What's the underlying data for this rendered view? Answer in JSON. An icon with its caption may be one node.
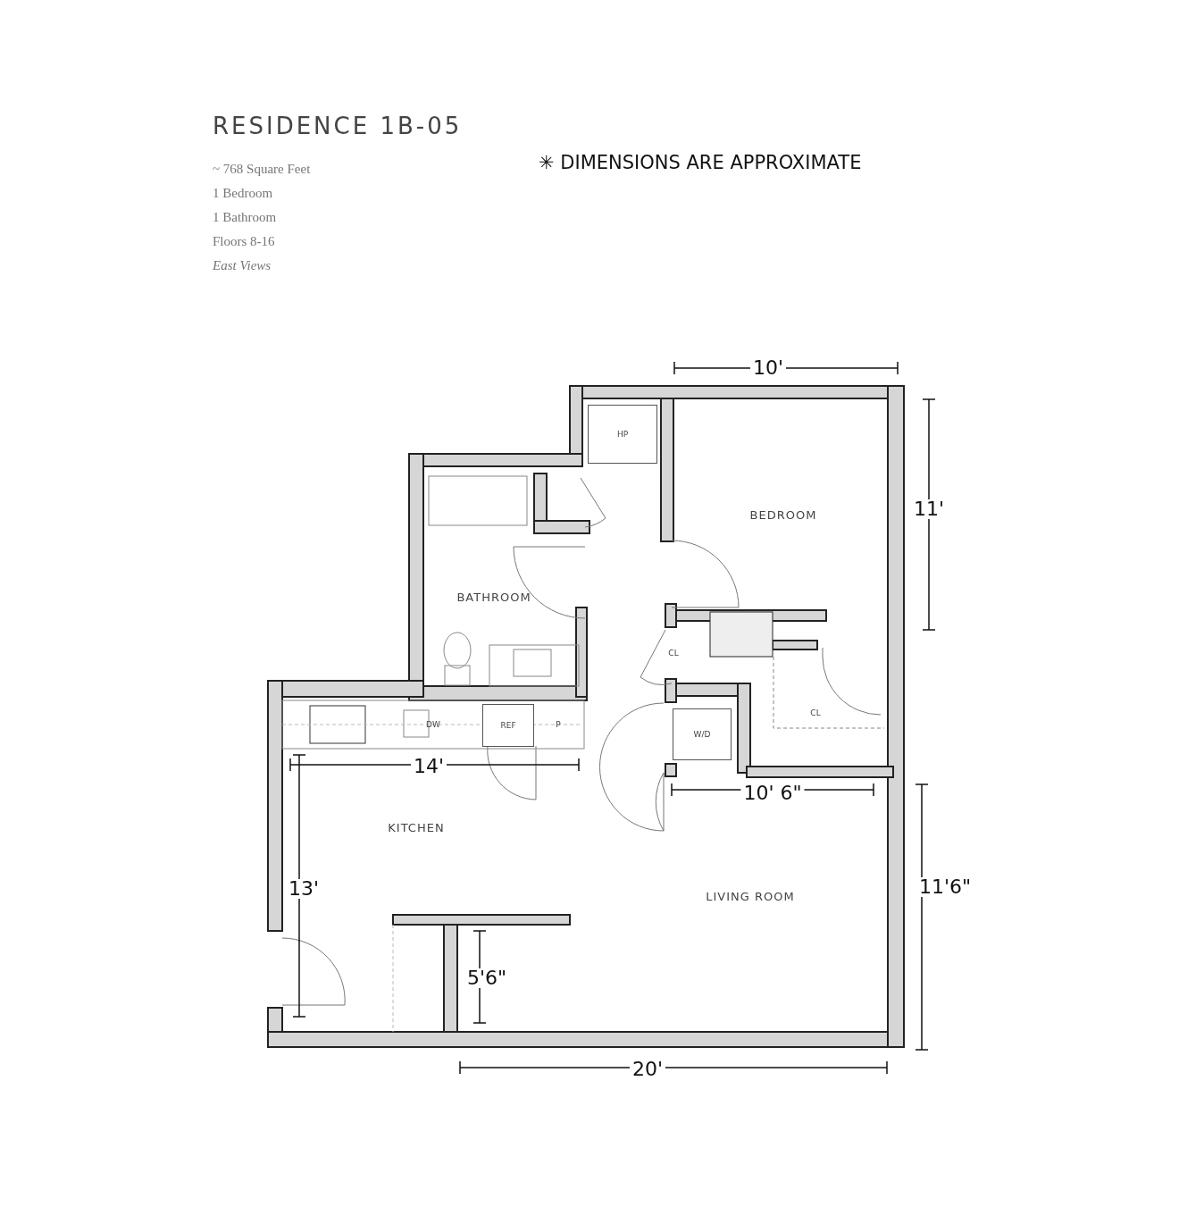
{
  "diagram": {
    "title": "RESIDENCE 1B-05",
    "nodes": [
      {
        "text": [
          "HP"
        ]
      },
      {
        "text": [
          "REF"
        ]
      },
      {
        "text": [
          "W/D"
        ]
      }
    ],
    "labels": [
      "~ 768 Square Feet",
      "1 Bedroom",
      "1 Bathroom",
      "Floors 8-16",
      "East Views",
      "✳ DIMENSIONS ARE APPROXIMATE",
      "10'",
      "BEDROOM",
      "11'",
      "BATHROOM",
      "CL",
      "DW",
      "P",
      "CL",
      "14'",
      "10' 6\"",
      "KITCHEN",
      "13'",
      "LIVING ROOM",
      "11'6\"",
      "5'6\"",
      "20'"
    ]
  }
}
